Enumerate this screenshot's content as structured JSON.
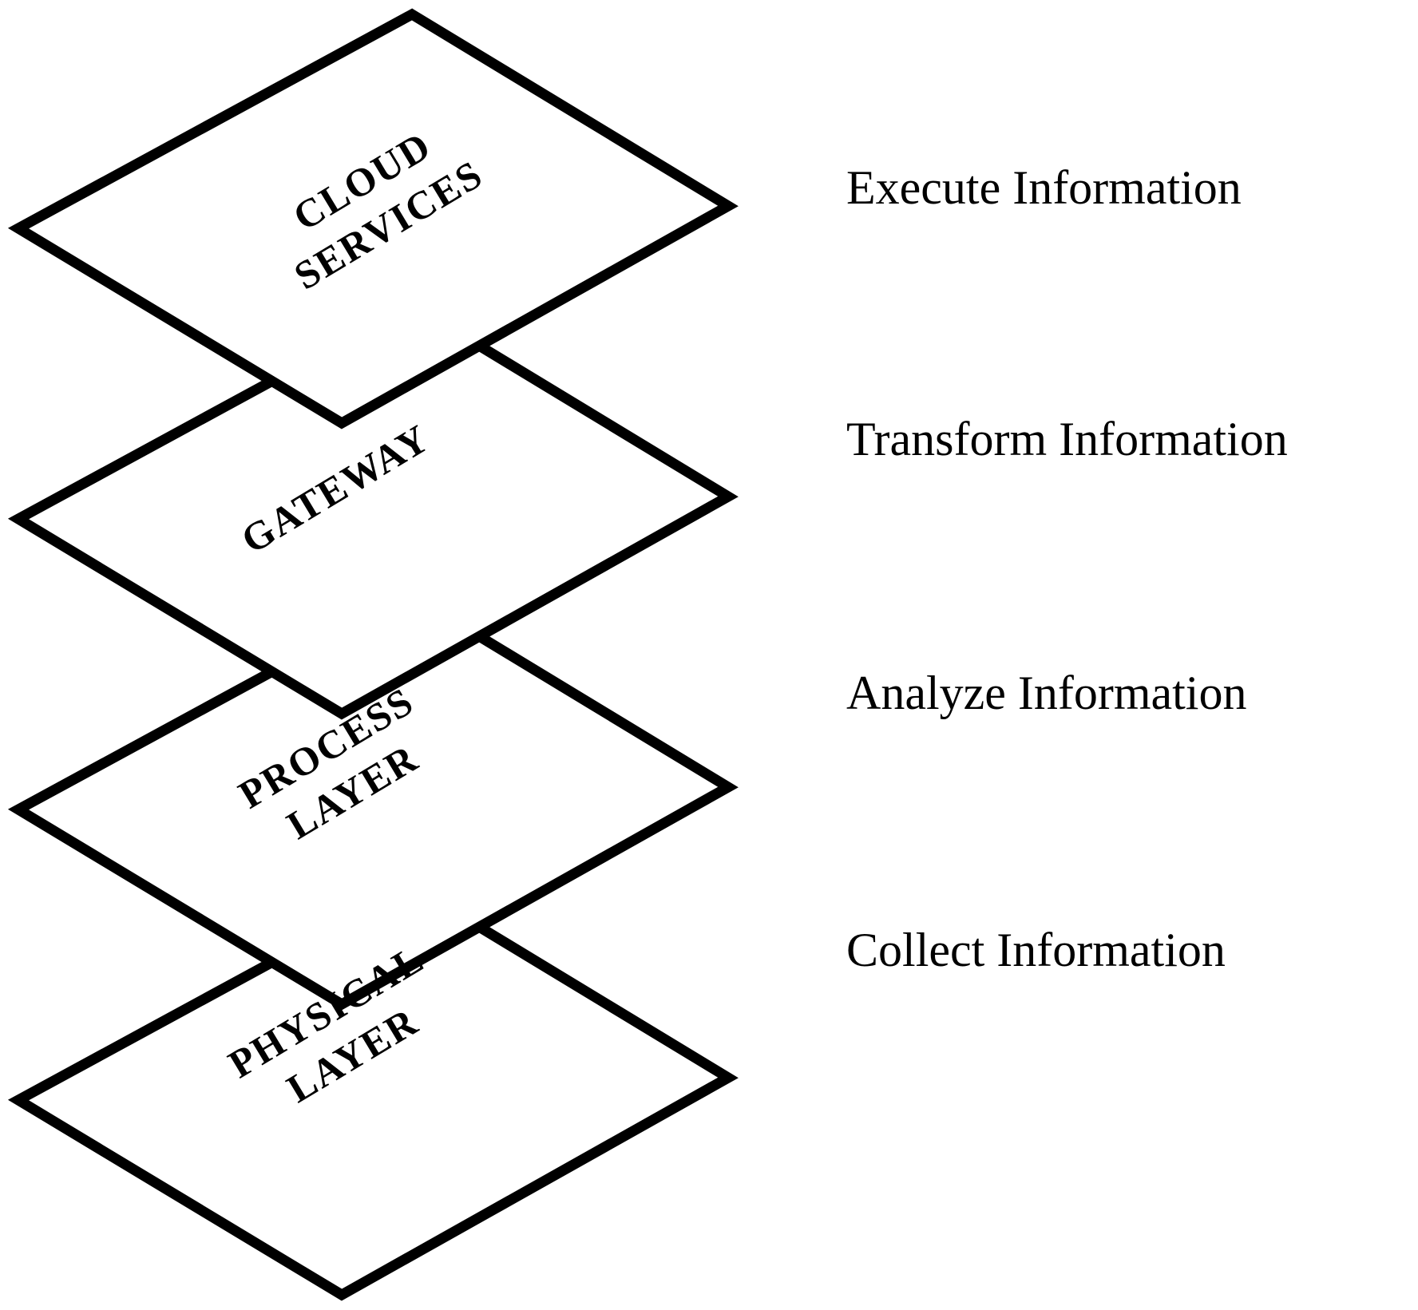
{
  "figure": {
    "type": "layered-stack-diagram",
    "background_color": "#ffffff",
    "stroke_color": "#000000",
    "text_color": "#000000",
    "orientation": "top-to-bottom",
    "layer_count": 4
  },
  "layers": [
    {
      "id": "cloud-services",
      "line1": "CLOUD",
      "line2": "SERVICES",
      "side_label": "Execute Information",
      "order": 1
    },
    {
      "id": "gateway",
      "line1": "GATEWAY",
      "line2": "",
      "side_label": "Transform Information",
      "order": 2
    },
    {
      "id": "process-layer",
      "line1": "PROCESS",
      "line2": "LAYER",
      "side_label": "Analyze Information",
      "order": 3
    },
    {
      "id": "physical-layer",
      "line1": "PHYSICAL",
      "line2": "LAYER",
      "side_label": "Collect Information",
      "order": 4
    }
  ]
}
